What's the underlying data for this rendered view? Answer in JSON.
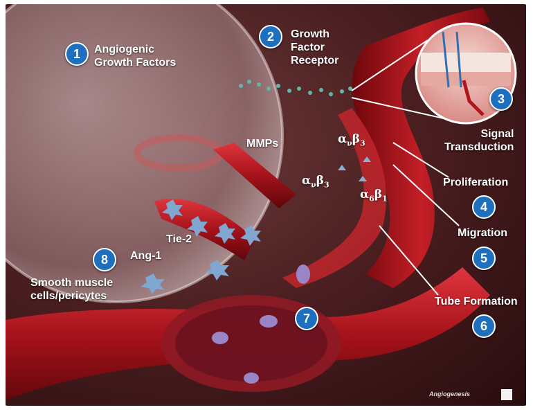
{
  "labels": {
    "growth_factors": {
      "number": "1",
      "line1": "Angiogenic",
      "line2": "Growth Factors"
    },
    "receptor": {
      "number": "2",
      "line1": "Growth",
      "line2": "Factor",
      "line3": "Receptor"
    },
    "signal": {
      "number": "3",
      "line1": "Signal",
      "line2": "Transduction"
    },
    "proliferation": {
      "number": "4",
      "text": "Proliferation"
    },
    "migration": {
      "number": "5",
      "text": "Migration"
    },
    "tube_formation": {
      "number": "6",
      "text": "Tube Formation"
    },
    "cells": {
      "number": "7"
    },
    "smooth_muscle": {
      "number": "8",
      "line1": "Smooth muscle",
      "line2": "cells/pericytes"
    },
    "mmps": "MMPs",
    "tie2": "Tie-2",
    "ang1": "Ang-1",
    "integrin_av_b3_top": {
      "alpha": "α",
      "alpha_sub": "ν",
      "beta": "β",
      "beta_sub": "3"
    },
    "integrin_av_b3_mid": {
      "alpha": "α",
      "alpha_sub": "ν",
      "beta": "β",
      "beta_sub": "3"
    },
    "integrin_a6_b1": {
      "alpha": "α",
      "alpha_sub": "6",
      "beta": "β",
      "beta_sub": "1"
    }
  },
  "logo": {
    "text": "Angiogenesis"
  },
  "colors": {
    "badge": "#1f6fbf",
    "vessel": "#b3141c",
    "background": "#3a1416",
    "label": "#ffffff"
  }
}
